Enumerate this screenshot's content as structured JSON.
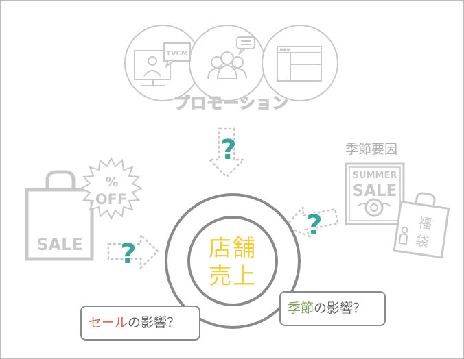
{
  "promotion": {
    "label": "プロモーション",
    "tvcm_label": "TVCM"
  },
  "sale_bag": {
    "label": "SALE",
    "badge_percent": "%",
    "badge_off": "OFF"
  },
  "season": {
    "label": "季節要因",
    "sign_line1": "SUMMER",
    "sign_line2": "SALE",
    "bag_text": "福袋"
  },
  "center": {
    "line1": "店舗",
    "line2": "売上"
  },
  "questions": {
    "mark": "?"
  },
  "bubbles": {
    "sale_highlight": "セール",
    "sale_rest": "の影響？",
    "season_highlight": "季節",
    "season_rest": "の影響？"
  },
  "colors": {
    "question_teal": "#3aa39a",
    "center_text": "#f2cd33",
    "sale_red": "#e0604a",
    "season_green": "#7fa05a",
    "icon_gray": "#c8c8c8"
  }
}
